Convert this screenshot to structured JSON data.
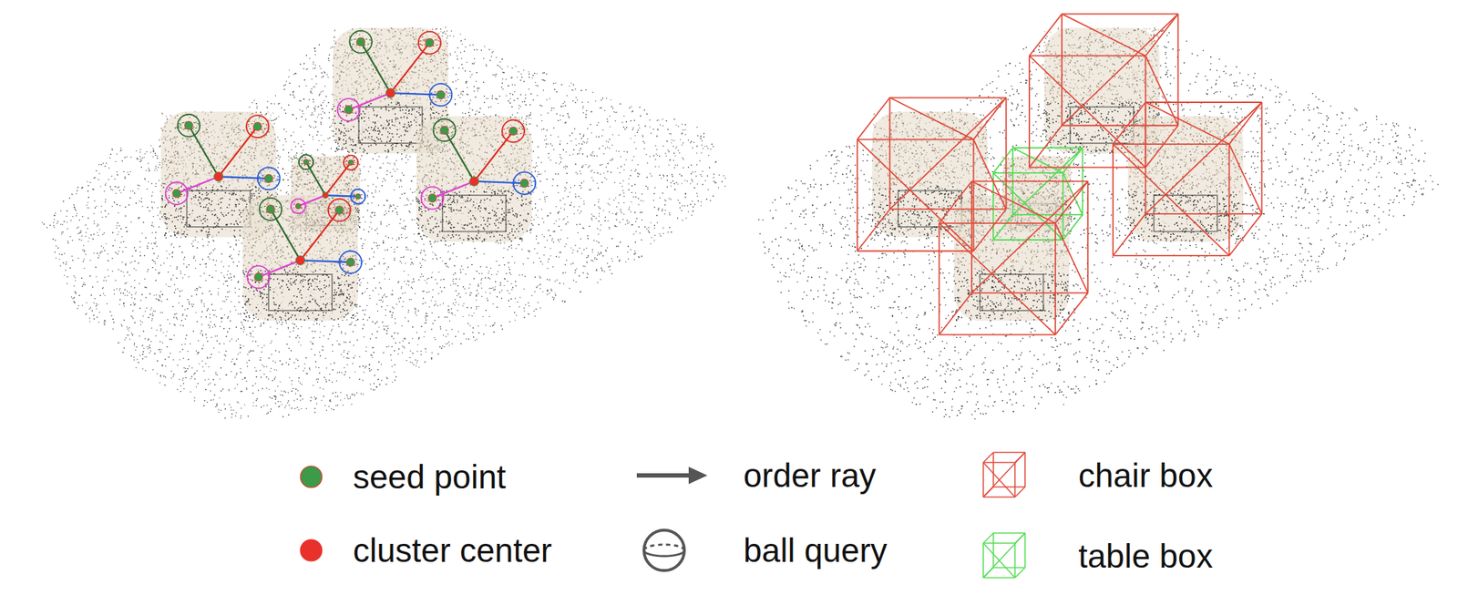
{
  "diagram": {
    "legend": [
      {
        "text": "seed point",
        "color": "#3c9a48"
      },
      {
        "text": "cluster center",
        "color": "#e8312a"
      },
      {
        "text": "order ray"
      },
      {
        "text": "ball query"
      },
      {
        "text": "chair box"
      },
      {
        "text": "table box"
      }
    ]
  }
}
